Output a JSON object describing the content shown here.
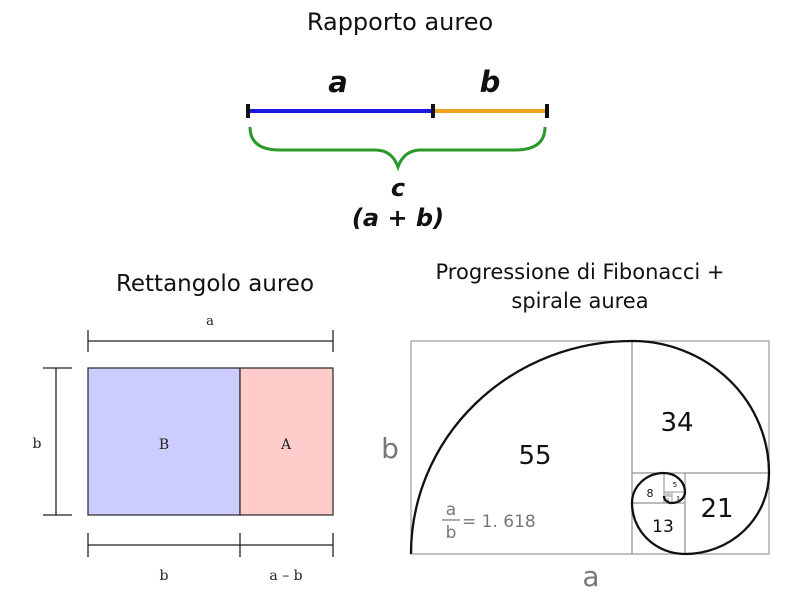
{
  "ratio": {
    "title": "Rapporto aureo",
    "label_a": "a",
    "label_b": "b",
    "label_c": "c",
    "label_sum": "(a + b)",
    "color_a": "#1a1adf",
    "color_b": "#f0a020",
    "color_brace": "#2a9a2a"
  },
  "rectangle": {
    "title": "Rettangolo aureo",
    "label_top": "a",
    "label_left": "b",
    "label_square": "B",
    "label_rect": "A",
    "label_bottom_left": "b",
    "label_bottom_right": "a – b",
    "color_square": "#ccccff",
    "color_rect": "#ffcccc"
  },
  "fibonacci": {
    "title_line1": "Progressione di Fibonacci +",
    "title_line2": "spirale aurea",
    "label_side": "b",
    "label_bottom": "a",
    "squares": [
      "55",
      "34",
      "21",
      "13",
      "8",
      "5",
      "3",
      "2",
      "1",
      "1"
    ],
    "ratio_num": "a",
    "ratio_den": "b",
    "ratio_value": "= 1. 618"
  }
}
